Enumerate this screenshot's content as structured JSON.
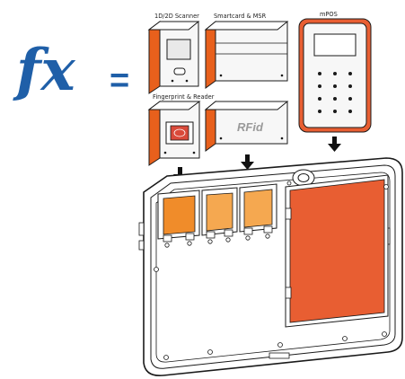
{
  "logo": {
    "text": "fx",
    "equals": "=",
    "color": "#1f5fa8"
  },
  "modules": [
    {
      "label": "1D/2D Scanner",
      "icon": "scanner-module-icon"
    },
    {
      "label": "Smartcard & MSR",
      "icon": "smartcard-module-icon"
    },
    {
      "label": "mPOS",
      "icon": "mpos-module-icon"
    },
    {
      "label": "Fingerprint & Reader",
      "icon": "fingerprint-module-icon"
    },
    {
      "label": "",
      "badge": "RFid",
      "icon": "rfid-module-icon"
    }
  ],
  "colors": {
    "accent": "#e8601c",
    "slot_orange": "#f08c2a",
    "slot_light": "#f5a850",
    "panel_orange": "#e85e32",
    "outline": "#1a1a1a"
  }
}
